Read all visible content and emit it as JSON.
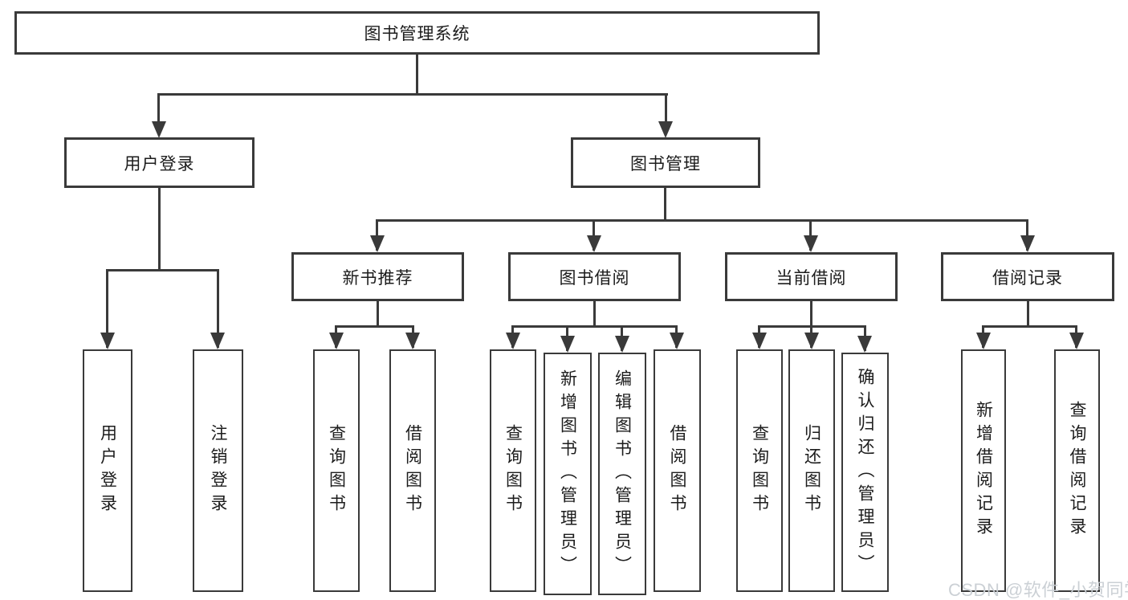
{
  "colors": {
    "line": "#3a3a3a",
    "box_border": "#3a3a3a",
    "text": "#1c1c1c",
    "background": "#ffffff",
    "watermark": "#c9ced3"
  },
  "root": {
    "label": "图书管理系统"
  },
  "level2": [
    {
      "label": "用户登录"
    },
    {
      "label": "图书管理"
    }
  ],
  "level3": [
    {
      "label": "新书推荐"
    },
    {
      "label": "图书借阅"
    },
    {
      "label": "当前借阅"
    },
    {
      "label": "借阅记录"
    }
  ],
  "leaves": {
    "user": [
      {
        "label": "用户登录"
      },
      {
        "label": "注销登录"
      }
    ],
    "recommend": [
      {
        "label": "查询图书"
      },
      {
        "label": "借阅图书"
      }
    ],
    "borrow": [
      {
        "label": "查询图书"
      },
      {
        "label": "新增图书（管理员）"
      },
      {
        "label": "编辑图书（管理员）"
      },
      {
        "label": "借阅图书"
      }
    ],
    "current": [
      {
        "label": "查询图书"
      },
      {
        "label": "归还图书"
      },
      {
        "label": "确认归还（管理员）"
      }
    ],
    "records": [
      {
        "label": "新增借阅记录"
      },
      {
        "label": "查询借阅记录"
      }
    ]
  },
  "watermark": "CSDN @软件_小贺同学"
}
